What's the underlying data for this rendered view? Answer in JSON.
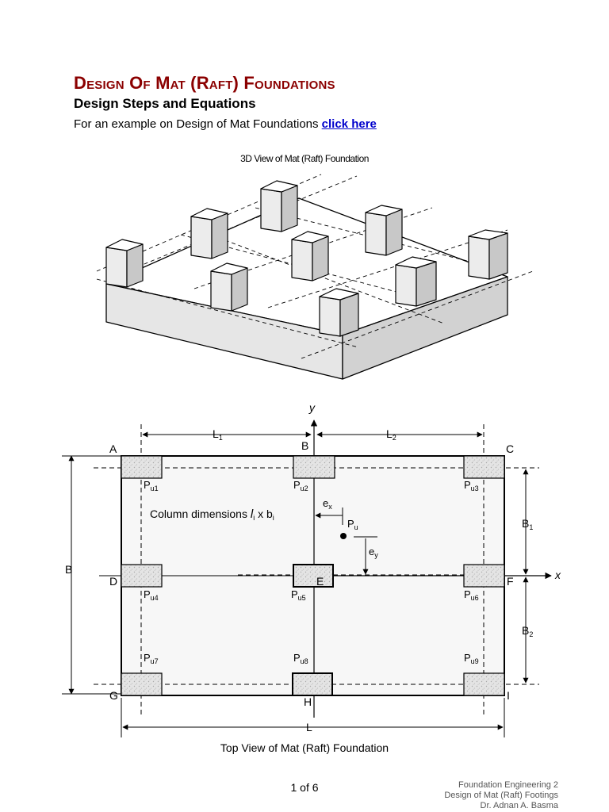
{
  "header": {
    "title": "Design Of Mat (Raft) Foundations",
    "subtitle": "Design Steps and Equations",
    "intro_text": "For an example on Design of Mat Foundations ",
    "link_text": "click here"
  },
  "figure3d": {
    "caption": "3D View of Mat (Raft) Foundation"
  },
  "topview": {
    "caption": "Top View of Mat (Raft) Foundation",
    "corner_labels": {
      "A": "A",
      "B": "B",
      "C": "C",
      "D": "D",
      "E": "E",
      "F": "F",
      "G": "G",
      "H": "H",
      "I": "I"
    },
    "dimensions": {
      "L1": "L",
      "L1_sub": "1",
      "L2": "L",
      "L2_sub": "2",
      "B": "B",
      "B1": "B",
      "B1_sub": "1",
      "B2": "B",
      "B2_sub": "2",
      "L": "L"
    },
    "axes": {
      "x": "x",
      "y": "y"
    },
    "loads": [
      {
        "base": "P",
        "sub": "u1"
      },
      {
        "base": "P",
        "sub": "u2"
      },
      {
        "base": "P",
        "sub": "u3"
      },
      {
        "base": "P",
        "sub": "u4"
      },
      {
        "base": "P",
        "sub": "u5"
      },
      {
        "base": "P",
        "sub": "u6"
      },
      {
        "base": "P",
        "sub": "u7"
      },
      {
        "base": "P",
        "sub": "u8"
      },
      {
        "base": "P",
        "sub": "u9"
      }
    ],
    "resultant": {
      "base": "P",
      "sub": "u"
    },
    "eccentricity": {
      "ex_base": "e",
      "ex_sub": "x",
      "ey_base": "e",
      "ey_sub": "y"
    },
    "column_note": {
      "text": "Column dimensions ",
      "l": "l",
      "l_sub": "i",
      "mid": " x b",
      "b_sub": "i"
    }
  },
  "footer": {
    "page": "1 of 6",
    "line1": "Foundation Engineering 2",
    "line2": "Design of Mat (Raft) Footings",
    "line3": "Dr. Adnan A. Basma"
  },
  "colors": {
    "title": "#8b0000",
    "link": "#0000cc",
    "footer": "#555555"
  }
}
